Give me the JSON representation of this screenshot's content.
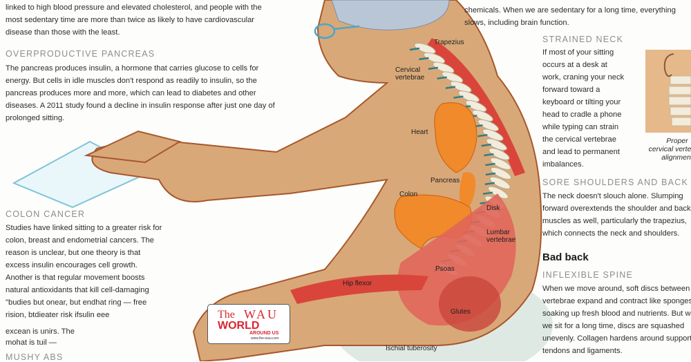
{
  "left_column": {
    "intro_lines": [
      "linked to high blood pressure and elevated cholesterol, and people with the",
      "most sedentary time are more than twice as likely to have cardiovascular",
      "disease than those with the least."
    ],
    "pancreas_heading": "OVERPRODUCTIVE PANCREAS",
    "pancreas_lines": [
      "The pancreas produces insulin, a hormone that carries glucose to cells for",
      "energy. But cells in idle muscles don't respond as readily to insulin, so the",
      "pancreas produces more and more, which can lead to diabetes and other",
      "diseases. A 2011 study found a decline in insulin response after just one day of",
      "prolonged sitting."
    ],
    "colon_heading": "COLON CANCER",
    "colon_lines": [
      "Studies have linked sitting to a greater risk for",
      "colon, breast and endometrial cancers. The",
      "reason is unclear, but one theory is that",
      "excess insulin encourages cell growth.",
      "Another is that regular movement boosts",
      "natural antioxidants that kill cell-damaging",
      "\"budies but onear, but endhat ring — free",
      "rision, btdieater risk ifsulin eee",
      "excean is unirs. The",
      "mohat is tuil —"
    ],
    "next_heading_partial": "MUSHY ABS"
  },
  "right_column": {
    "intro_lines": [
      "chemicals. When we are sedentary for a long time, everything",
      "slows, including brain function."
    ],
    "neck_heading": "STRAINED NECK",
    "neck_lines": [
      "If most of your sitting",
      "occurs at a desk at",
      "work, craning your neck",
      "forward toward a",
      "keyboard or tilting your",
      "head to cradle a phone",
      "while typing can strain",
      "the cervical vertebrae",
      "and lead to permanent",
      "imbalances."
    ],
    "inset_caption": [
      "Proper",
      "cervical vertebrae",
      "alignment"
    ],
    "shoulders_heading": "SORE SHOULDERS AND BACK",
    "shoulders_lines": [
      "The neck doesn't slouch alone. Slumping",
      "forward overextends the shoulder and back",
      "muscles as well, particularly the trapezius,",
      "which connects the neck and shoulders."
    ],
    "bad_back_title": "Bad back",
    "spine_heading": "INFLEXIBLE SPINE",
    "spine_lines": [
      "When we move around, soft discs between",
      "vertebrae expand and contract like sponges,",
      "soaking up fresh blood and nutrients. But when",
      "we sit for a long time, discs are squashed",
      "unevenly. Collagen hardens around supporting",
      "tendons and ligaments."
    ]
  },
  "anatomy_labels": {
    "trapezius": "Trapezius",
    "cervical": [
      "Cervical",
      "vertebrae"
    ],
    "heart": "Heart",
    "pancreas": "Pancreas",
    "colon": "Colon",
    "disk": "Disk",
    "lumbar": [
      "Lumbar",
      "vertebrae"
    ],
    "psoas": "Psoas",
    "hip_flexor": "Hip flexor",
    "glutes": "Glutes",
    "ischial": "Ischial tuberosity"
  },
  "watermark": {
    "the": "The",
    "wau": "WAU",
    "world": "WORLD",
    "around_us": "AROUND US",
    "url": "www.the-wau.com"
  },
  "colors": {
    "skin": "#d9a878",
    "muscle": "#d9453a",
    "organ": "#f08a2a",
    "bone": "#f2ecdc",
    "heading": "#8d8d8d",
    "brand": "#d8262e"
  }
}
